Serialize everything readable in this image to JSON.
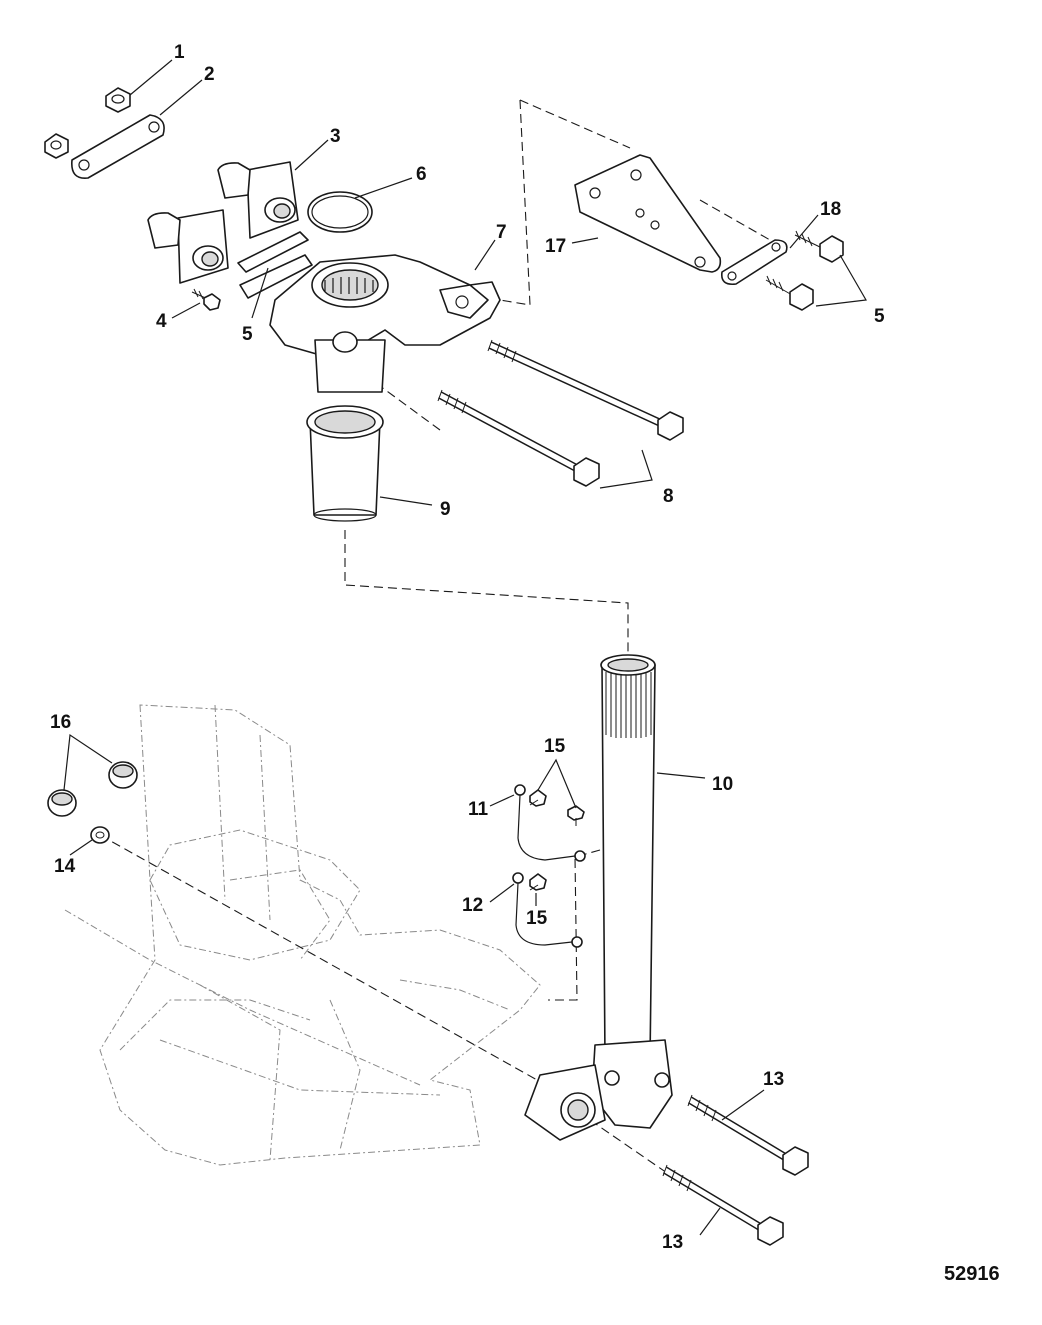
{
  "diagram": {
    "figure_number": "52916",
    "callouts": {
      "c1": "1",
      "c2": "2",
      "c3": "3",
      "c4": "4",
      "c5a": "5",
      "c5b": "5",
      "c6": "6",
      "c7": "7",
      "c8": "8",
      "c9": "9",
      "c10": "10",
      "c11": "11",
      "c12": "12",
      "c13a": "13",
      "c13b": "13",
      "c14": "14",
      "c15a": "15",
      "c15b": "15",
      "c16": "16",
      "c17": "17",
      "c18": "18"
    }
  }
}
